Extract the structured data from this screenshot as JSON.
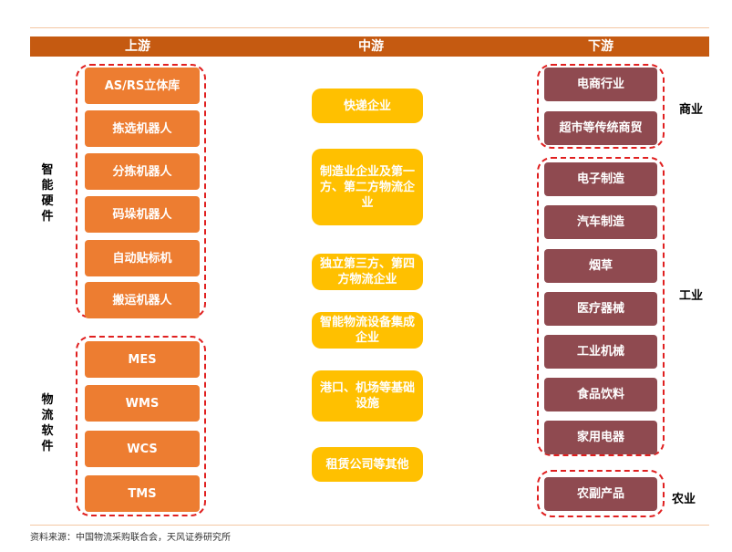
{
  "header": {
    "upstream": "上游",
    "midstream": "中游",
    "downstream": "下游"
  },
  "upstream": {
    "hardware_label": "智能硬件",
    "hardware": [
      "AS/RS立体库",
      "拣选机器人",
      "分拣机器人",
      "码垛机器人",
      "自动贴标机",
      "搬运机器人"
    ],
    "software_label": "物流软件",
    "software": [
      "MES",
      "WMS",
      "WCS",
      "TMS"
    ]
  },
  "midstream": {
    "items": [
      "快递企业",
      "制造业企业及第一方、第二方物流企业",
      "独立第三方、第四方物流企业",
      "智能物流设备集成企业",
      "港口、机场等基础设施",
      "租赁公司等其他"
    ]
  },
  "downstream": {
    "commerce_label": "商业",
    "commerce": [
      "电商行业",
      "超市等传统商贸"
    ],
    "industry_label": "工业",
    "industry": [
      "电子制造",
      "汽车制造",
      "烟草",
      "医疗器械",
      "工业机械",
      "食品饮料",
      "家用电器"
    ],
    "agriculture_label": "农业",
    "agriculture": [
      "农副产品"
    ]
  },
  "source": "资料来源：中国物流采购联合会，天风证券研究所",
  "colors": {
    "header": "#c55a11",
    "upstream_box": "#ed7d31",
    "midstream_box": "#ffc000",
    "downstream_box": "#8f4a50",
    "dashed_border": "#e02020"
  }
}
